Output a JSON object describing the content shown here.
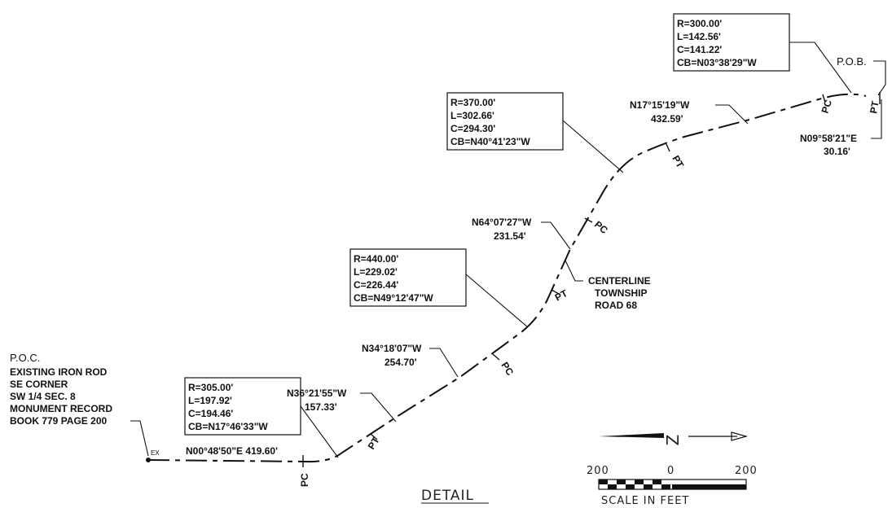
{
  "curves": {
    "curve_pob": {
      "lines": [
        "R=300.00'",
        "L=142.56'",
        "C=141.22'",
        "CB=N03°38'29\"W"
      ]
    },
    "curve_2": {
      "lines": [
        "R=370.00'",
        "L=302.66'",
        "C=294.30'",
        "CB=N40°41'23\"W"
      ]
    },
    "curve_3": {
      "lines": [
        "R=440.00'",
        "L=229.02'",
        "C=226.44'",
        "CB=N49°12'47\"W"
      ]
    },
    "curve_4": {
      "lines": [
        "R=305.00'",
        "L=197.92'",
        "C=194.46'",
        "CB=N17°46'33\"W"
      ]
    }
  },
  "bearings": {
    "b_n17": {
      "bearing": "N17°15'19\"W",
      "distance": "432.59'"
    },
    "b_n09": {
      "bearing": "N09°58'21\"E",
      "distance": "30.16'"
    },
    "b_n64": {
      "bearing": "N64°07'27\"W",
      "distance": "231.54'"
    },
    "b_n34": {
      "bearing": "N34°18'07\"W",
      "distance": "254.70'"
    },
    "b_n36": {
      "bearing": "N36°21'55\"W",
      "distance": "157.33'"
    },
    "b_n00": {
      "text": "N00°48'50\"E 419.60'"
    }
  },
  "labels": {
    "pob": "P.O.B.",
    "poc": [
      "P.O.C.",
      "EXISTING IRON ROD",
      "SE CORNER",
      "SW 1/4 SEC. 8",
      "MONUMENT RECORD",
      "BOOK 779 PAGE 200"
    ],
    "centerline": [
      "CENTERLINE",
      "TOWNSHIP",
      "ROAD 68"
    ],
    "ex": "EX",
    "pc": "PC",
    "pt": "PT",
    "title": "DETAIL"
  },
  "scale": {
    "ticks": [
      "200",
      "0",
      "200"
    ],
    "caption": "SCALE IN FEET",
    "north_letter": "Z"
  }
}
